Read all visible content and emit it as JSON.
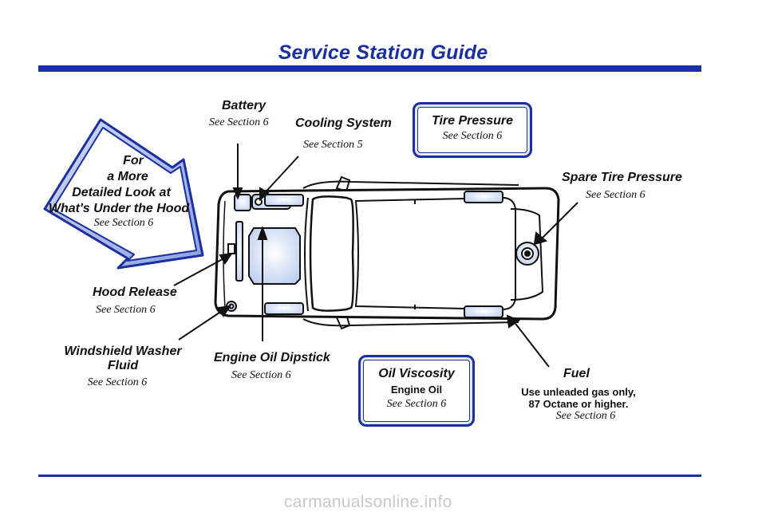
{
  "header": {
    "title": "Service Station Guide"
  },
  "arrow_callout": {
    "lines": [
      "For",
      "a More",
      "Detailed Look at",
      "What's Under the Hood"
    ],
    "see": "See Section 6"
  },
  "battery": {
    "label": "Battery",
    "see": "See Section 6"
  },
  "cooling": {
    "label": "Cooling System",
    "see": "See Section 5"
  },
  "tire_pressure": {
    "label": "Tire Pressure",
    "see": "See Section 6"
  },
  "spare_tire": {
    "label": "Spare Tire Pressure",
    "see": "See Section 6"
  },
  "hood_release": {
    "label": "Hood Release",
    "see": "See Section 6"
  },
  "washer": {
    "label_line1": "Windshield Washer",
    "label_line2": "Fluid",
    "see": "See Section 6"
  },
  "dipstick": {
    "label": "Engine Oil Dipstick",
    "see": "See Section 6"
  },
  "oil_viscosity": {
    "label": "Oil Viscosity",
    "sub": "Engine Oil",
    "see": "See Section 6"
  },
  "fuel": {
    "label": "Fuel",
    "line1": "Use unleaded gas only,",
    "line2": "87 Octane or higher.",
    "see": "See Section 6"
  },
  "footer": {
    "watermark": "carmanualsonline.info"
  },
  "colors": {
    "accent": "#1a2fa0",
    "component_fill": "#c9daf5",
    "arrow_glow": "#a8b6e6"
  },
  "icons": [
    "big-arrow-icon",
    "car-top-view-icon",
    "leader-line-icon"
  ]
}
